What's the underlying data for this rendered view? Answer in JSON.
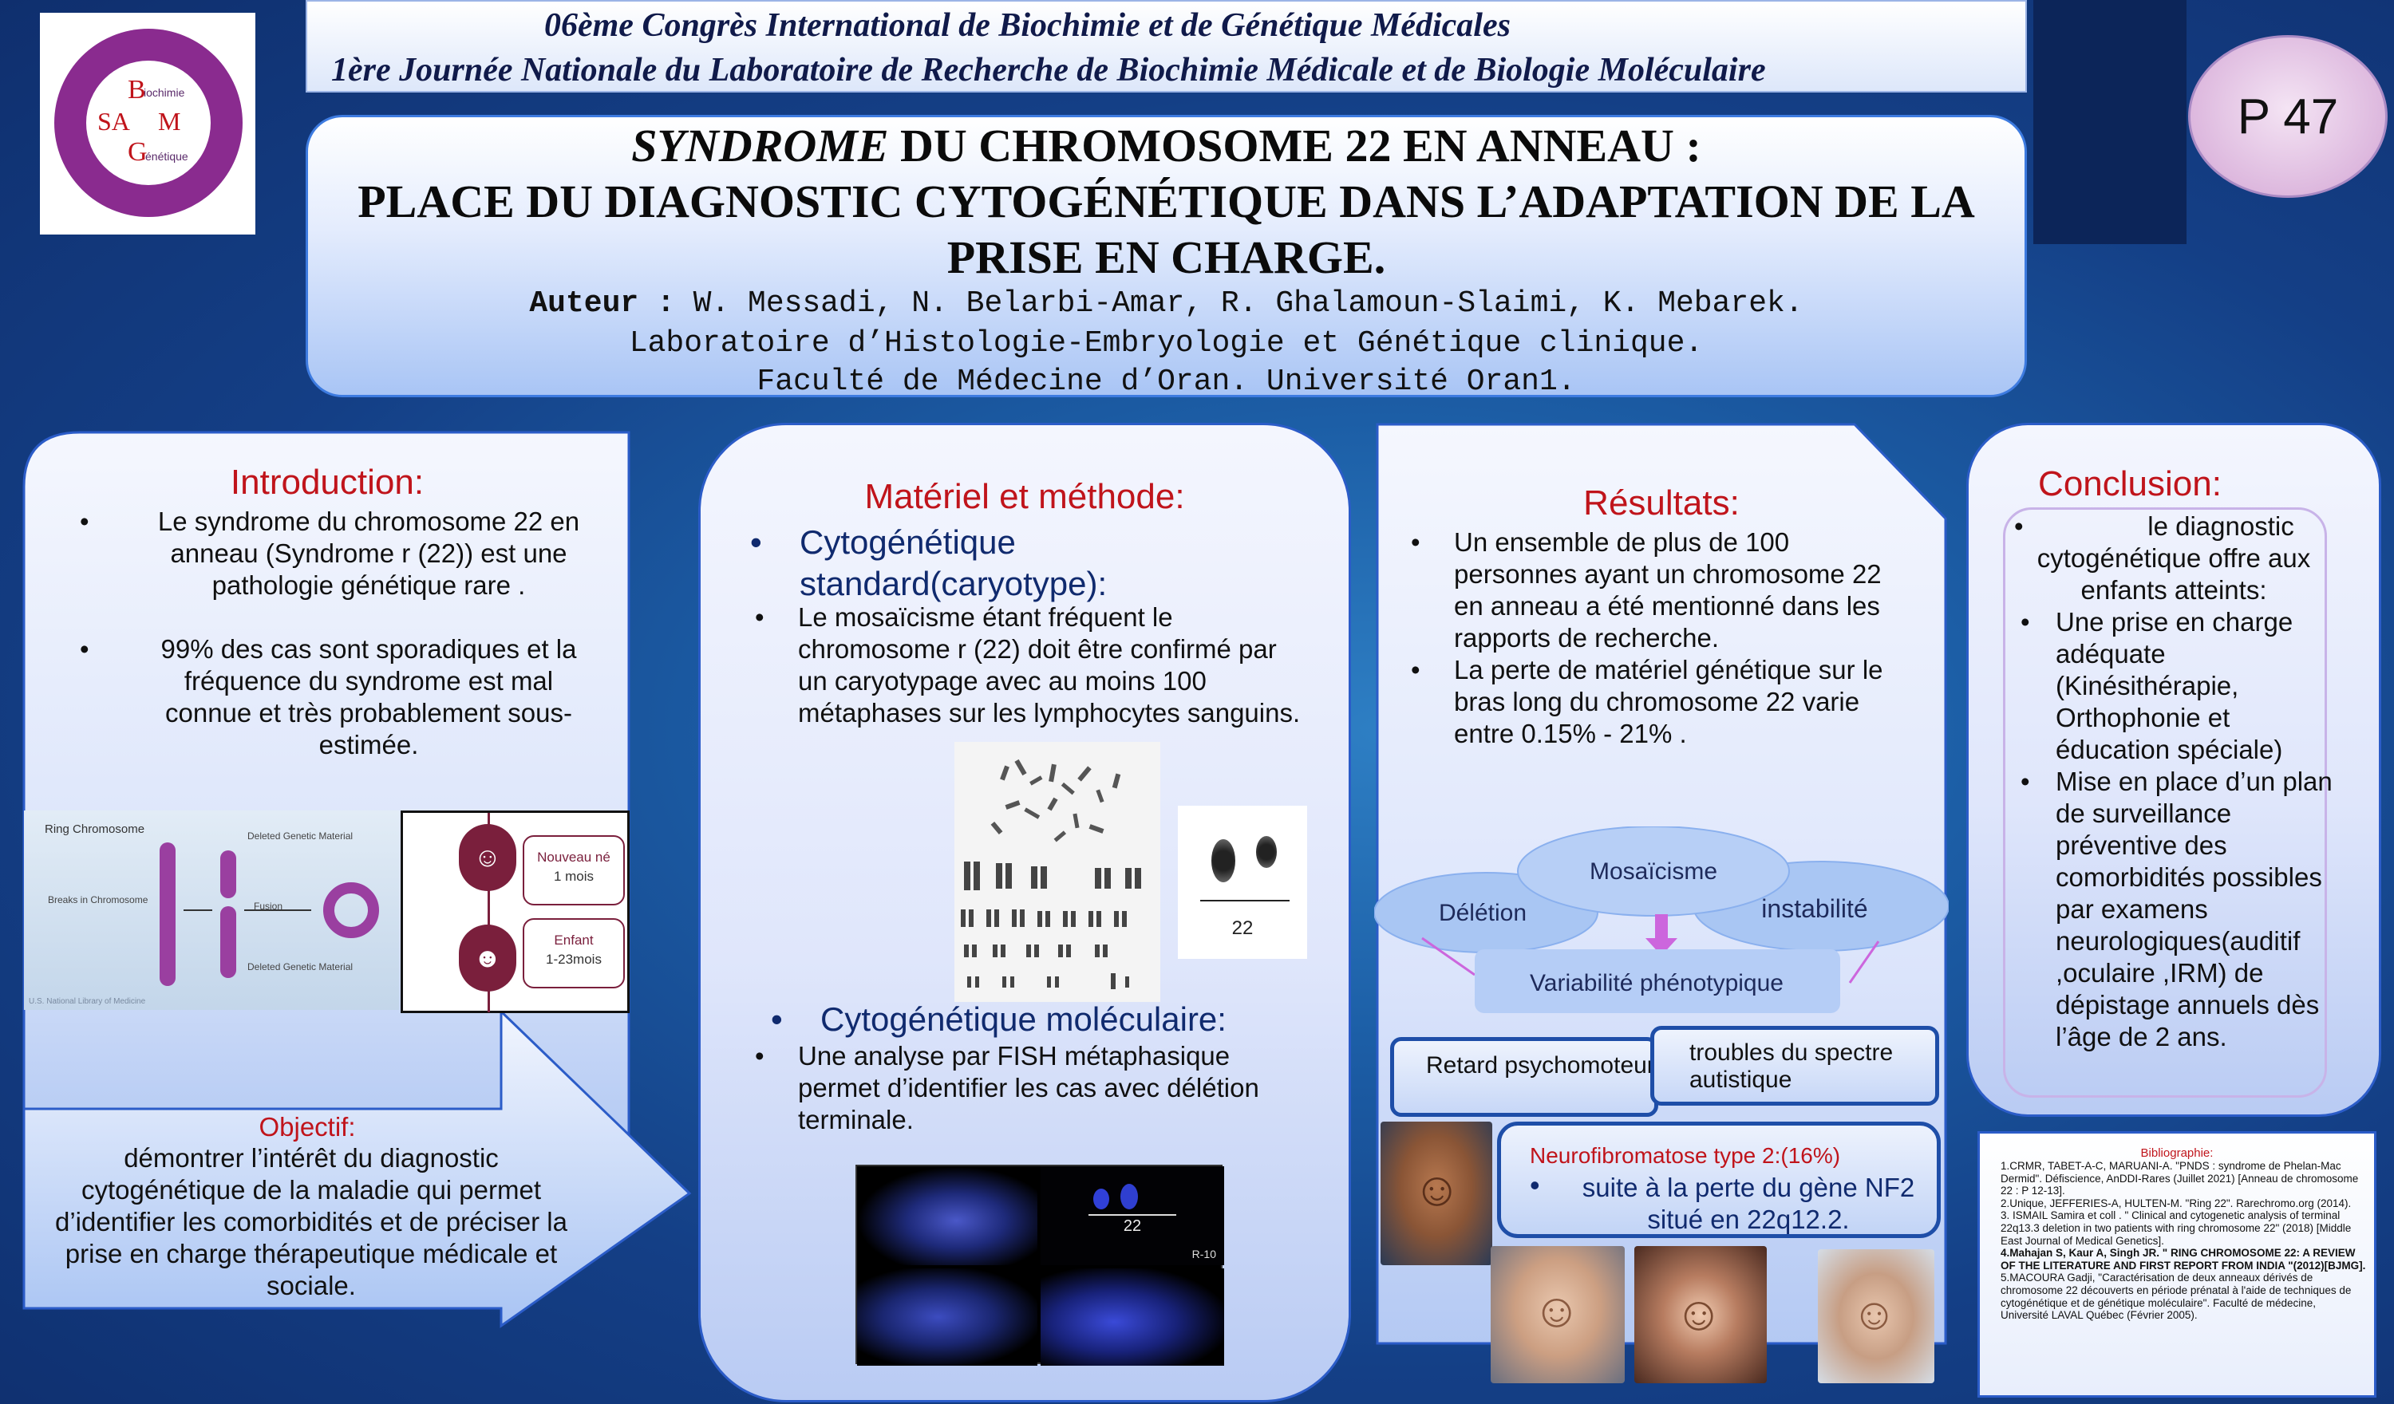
{
  "header": {
    "line1": "06ème Congrès International de Biochimie et de Génétique Médicales",
    "line2": "1ère Journée Nationale du Laboratoire de Recherche de Biochimie Médicale et de Biologie Moléculaire"
  },
  "logo": {
    "letters": [
      "B",
      "SA",
      "M",
      "G"
    ],
    "word1": "iochimie",
    "word2": "énétique"
  },
  "poster_id": "P 47",
  "title": {
    "italic": "SYNDROME",
    "line1_rest": " DU CHROMOSOME 22 EN ANNEAU :",
    "line2": "PLACE DU DIAGNOSTIC CYTOGÉNÉTIQUE DANS L’ADAPTATION DE LA",
    "line3": "PRISE EN CHARGE."
  },
  "authors": {
    "label": "Auteur :",
    "names": " W. Messadi, N. Belarbi-Amar, R. Ghalamoun-Slaimi, K. Mebarek.",
    "lab": "Laboratoire d’Histologie-Embryologie et Génétique clinique.",
    "faculty": "Faculté de Médecine d’Oran. Université Oran1."
  },
  "introduction": {
    "title": "Introduction:",
    "bullets": [
      "Le syndrome du chromosome 22 en anneau (Syndrome r (22)) est une pathologie génétique rare .",
      "99% des cas sont sporadiques et la fréquence du syndrome est mal connue et très probablement sous-estimée."
    ]
  },
  "ring_diagram": {
    "title": "Ring Chromosome",
    "deleted_top": "Deleted Genetic Material",
    "breaks": "Breaks in Chromosome",
    "fusion": "Fusion",
    "deleted_bottom": "Deleted Genetic Material",
    "credit": "U.S. National Library of Medicine"
  },
  "age_groups": [
    {
      "label": "Nouveau né",
      "sub": "1 mois"
    },
    {
      "label": "Enfant",
      "sub": "1-23mois"
    }
  ],
  "objectif": {
    "title": "Objectif:",
    "text": "démontrer l’intérêt du diagnostic cytogénétique de la maladie qui permet d’identifier les comorbidités et de préciser la prise en charge thérapeutique médicale et sociale."
  },
  "materiel": {
    "title": "Matériel et méthode:",
    "sub1": "Cytogénétique standard(caryotype):",
    "text1": "Le mosaïcisme étant fréquent le chromosome r (22) doit être confirmé par un caryotypage avec au moins 100 métaphases sur les lymphocytes sanguins.",
    "ring_label": "22",
    "sub2": "Cytogénétique moléculaire:",
    "text2": "Une analyse par FISH métaphasique permet d’identifier les cas avec délétion terminale.",
    "fish_label": "22",
    "fish_r10": "R-10"
  },
  "resultats": {
    "title": "Résultats:",
    "bullets": [
      "Un ensemble de plus de 100 personnes ayant un chromosome 22 en anneau a été mentionné dans les rapports de recherche.",
      " La perte de matériel génétique sur le bras long du chromosome 22 varie entre 0.15% - 21% ."
    ],
    "clouds": {
      "left": "Délétion",
      "center": "Mosaïcisme",
      "right": "instabilité"
    },
    "variability": "Variabilité phénotypique",
    "scroll1": "Retard psychomoteur",
    "scroll2": "troubles du spectre autistique",
    "nf2_title": "Neurofibromatose type 2:(16%)",
    "nf2_text": "suite à la perte du gène NF2 situé en 22q12.2."
  },
  "conclusion": {
    "title": "Conclusion:",
    "intro": "le diagnostic cytogénétique offre aux enfants atteints:",
    "bullets": [
      "Une prise en charge adéquate (Kinésithérapie, Orthophonie et éducation spéciale)",
      "Mise en place d’un plan de surveillance préventive des comorbidités possibles par examens neurologiques(auditif ,oculaire ,IRM) de dépistage annuels dès l’âge de 2 ans."
    ]
  },
  "bibliographie": {
    "title": "Bibliographie:",
    "refs": [
      "1.CRMR, TABET-A-C, MARUANI-A. \"PNDS : syndrome de Phelan-Mac Dermid\". Défiscience, AnDDI-Rares (Juillet 2021) [Anneau de chromosome 22 : P 12-13].",
      "2.Unique, JEFFERIES-A, HULTEN-M. \"Ring 22\". Rarechromo.org (2014).",
      "3. ISMAIL Samira et coll . \" Clinical and cytogenetic analysis of terminal 22q13.3 deletion in two patients with ring chromosome 22\" (2018) [Middle East Journal of Medical Genetics].",
      "4.Mahajan S, Kaur A, Singh JR. \" RING CHROMOSOME 22: A REVIEW OF THE LITERATURE AND FIRST REPORT FROM INDIA \"(2012)[BJMG].",
      "5.MACOURA Gadji, \"Caractérisation de deux anneaux dérivés de chromosome 22 découverts en période prénatal à l'aide de techniques de cytogénétique et de génétique moléculaire\". Faculté de médecine, Université LAVAL Québec (Février 2005)."
    ]
  },
  "colors": {
    "accent_red": "#c0141b",
    "border_blue": "#2b5cc8",
    "maroon": "#7a1f3c",
    "purple_logo": "#8a2b8f"
  }
}
